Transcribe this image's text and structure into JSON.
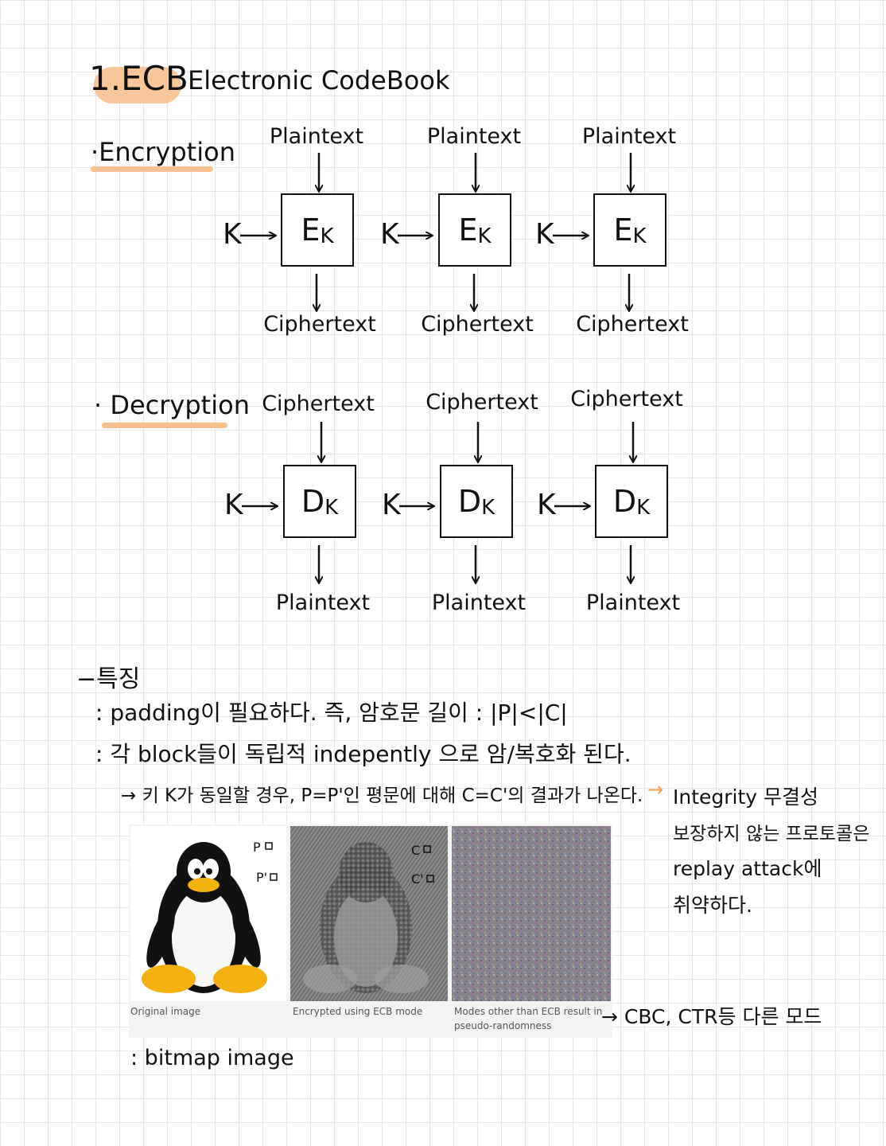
{
  "title": {
    "number": "1.",
    "main": "ECB",
    "sub": "Electronic CodeBook"
  },
  "encryption": {
    "label": "Encryption",
    "inputs": [
      "Plaintext",
      "Plaintext",
      "Plaintext"
    ],
    "box": {
      "main": "E",
      "sub": "K"
    },
    "key": "K",
    "outputs": [
      "Ciphertext",
      "Ciphertext",
      "Ciphertext"
    ]
  },
  "decryption": {
    "label": "Decryption",
    "inputs": [
      "Ciphertext",
      "Ciphertext",
      "Ciphertext"
    ],
    "box": {
      "main": "D",
      "sub": "K"
    },
    "key": "K",
    "outputs": [
      "Plaintext",
      "Plaintext",
      "Plaintext"
    ]
  },
  "features": {
    "heading": "특징",
    "line1": ": padding이 필요하다. 즉, 암호문 길이 : |P|<|C|",
    "line2": ": 각 block들이 독립적 indepently 으로 암/복호화 된다.",
    "line3": "→ 키 K가 동일할 경우, P=P'인 평문에 대해 C=C'의 결과가 나온다.",
    "integrity_arrow": "→",
    "note_lines": [
      "Integrity 무결성",
      "보장하지 않는 프로토콜은",
      "replay attack에",
      "취약하다."
    ]
  },
  "figure": {
    "captions": [
      "Original image",
      "Encrypted using ECB mode",
      "Modes other than ECB result in",
      "pseudo-randomness"
    ],
    "marks": {
      "p": "P",
      "p_prime": "P'",
      "c": "C",
      "c_prime": "C'"
    },
    "other_modes": "→ CBC, CTR등 다른 모드",
    "bitmap_note": ": bitmap image"
  }
}
